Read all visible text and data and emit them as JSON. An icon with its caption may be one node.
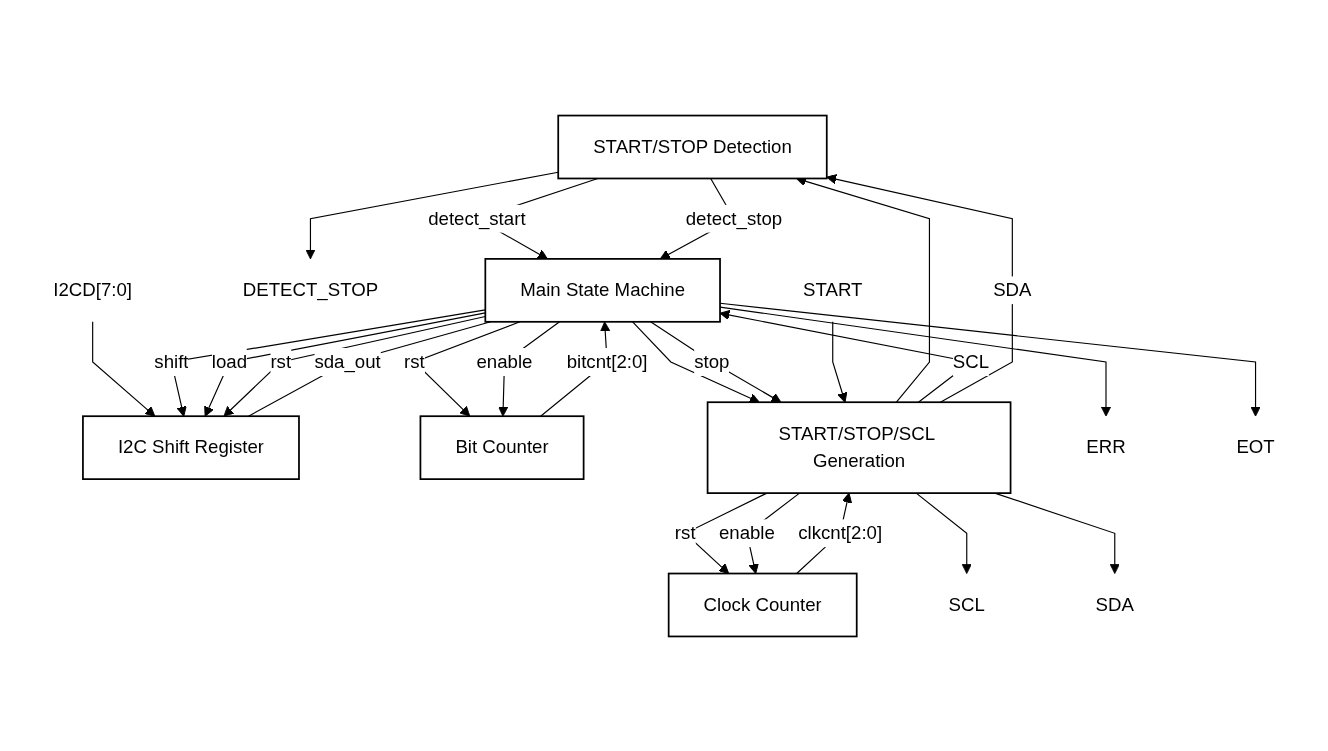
{
  "diagram": {
    "nodes": [
      {
        "text": [
          "START/STOP Detection"
        ]
      },
      {
        "text": [
          "I2C Shift Register"
        ]
      },
      {
        "text": [
          "Bit Counter"
        ]
      },
      {
        "text": [
          "Main State Machine"
        ]
      },
      {
        "text": [
          "START/STOP/SCL Generation"
        ]
      },
      {
        "text": [
          "Clock Counter"
        ]
      },
      {
        "text": [
          "DETECT_STOP"
        ]
      },
      {
        "text": [
          "I2CD[7:0]"
        ]
      },
      {
        "text": [
          "ERR"
        ]
      },
      {
        "text": [
          "EOT"
        ]
      },
      {
        "text": [
          "START"
        ]
      },
      {
        "text": [
          "SDA"
        ]
      },
      {
        "text": [
          "SCL"
        ]
      }
    ],
    "edges": [
      {
        "from": 0,
        "to": 6,
        "arrow": "to"
      },
      {
        "from": 7,
        "to": 1,
        "arrow": "to"
      },
      {
        "from": 0,
        "to": 3,
        "label": "detect_start",
        "arrow": "to"
      },
      {
        "from": 0,
        "to": 3,
        "label": "detect_stop",
        "arrow": "to"
      },
      {
        "from": 3,
        "to": 1,
        "label": "shift",
        "arrow": "to"
      },
      {
        "from": 3,
        "to": 1,
        "label": "load",
        "arrow": "to"
      },
      {
        "from": 3,
        "to": 1,
        "label": "rst",
        "arrow": "to"
      },
      {
        "from": 1,
        "to": 3,
        "label": "sda_out",
        "arrow": "none"
      },
      {
        "from": 2,
        "to": 3,
        "label": "bitcnt[2:0]",
        "arrow": "to"
      },
      {
        "from": 3,
        "to": 2,
        "label": "rst",
        "arrow": "to"
      },
      {
        "from": 3,
        "to": 2,
        "label": "enable",
        "arrow": "to"
      },
      {
        "from": 3,
        "to": 8,
        "arrow": "to"
      },
      {
        "from": 3,
        "to": 9,
        "arrow": "to"
      },
      {
        "from": 3,
        "to": 4,
        "arrow": "to"
      },
      {
        "from": 3,
        "to": 4,
        "label": "stop",
        "arrow": "to"
      },
      {
        "from": 10,
        "to": 4,
        "arrow": "to"
      },
      {
        "from": 4,
        "to": 5,
        "label": "rst",
        "arrow": "to"
      },
      {
        "from": 4,
        "to": 5,
        "label": "enable",
        "arrow": "to"
      },
      {
        "from": 5,
        "to": 4,
        "label": "clkcnt[2:0]",
        "arrow": "to"
      },
      {
        "from": 4,
        "to": 0,
        "arrow": "to"
      },
      {
        "from": 4,
        "to": 3,
        "label": "SCL",
        "arrow": "to"
      },
      {
        "from": 4,
        "to": 12,
        "arrow": "to"
      },
      {
        "from": 4,
        "to": 0,
        "label": "SDA",
        "arrow": "to"
      },
      {
        "from": 4,
        "to": 11,
        "arrow": "to"
      }
    ]
  }
}
